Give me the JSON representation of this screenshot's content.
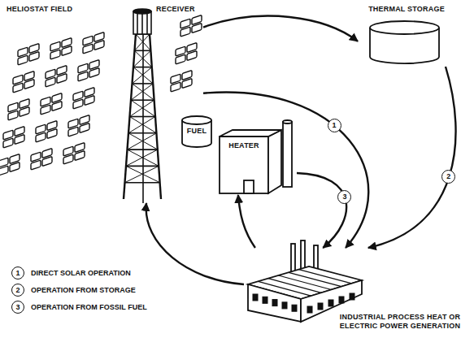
{
  "diagram": {
    "nodes": [
      {
        "text": [
          "HELIOSTAT FIELD"
        ]
      },
      {
        "text": [
          "RECEIVER"
        ]
      },
      {
        "text": [
          "THERMAL STORAGE"
        ]
      },
      {
        "text": [
          "FUEL"
        ]
      },
      {
        "text": [
          "HEATER"
        ]
      },
      {
        "text": [
          "INDUSTRIAL PROCESS HEAT OR ELECTRIC POWER GENERATION"
        ]
      }
    ],
    "edges": [
      {
        "from": 1,
        "to": 2,
        "arrow": "to"
      },
      {
        "from": 2,
        "to": 5,
        "label": "2",
        "arrow": "to"
      },
      {
        "from": 1,
        "to": 5,
        "label": "1",
        "arrow": "to"
      },
      {
        "from": 4,
        "to": 5,
        "label": "3",
        "arrow": "to"
      },
      {
        "from": 5,
        "to": 1,
        "arrow": "to"
      },
      {
        "from": 5,
        "to": 4,
        "arrow": "to"
      }
    ],
    "labels": [
      "1",
      "2",
      "3"
    ],
    "legend": [
      {
        "text": "DIRECT SOLAR OPERATION"
      },
      {
        "text": "OPERATION FROM STORAGE"
      },
      {
        "text": "OPERATION FROM FOSSIL FUEL"
      }
    ]
  }
}
